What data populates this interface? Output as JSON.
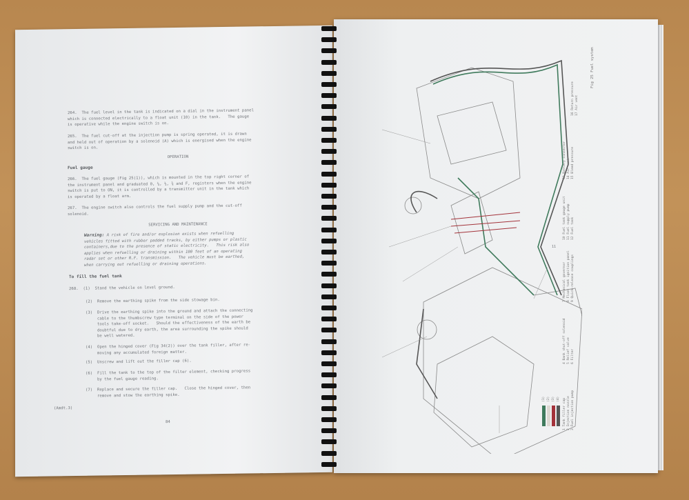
{
  "left_page": {
    "p264": "264.  The fuel level in the tank is indicated on a dial in the instrument panel\nwhich is connected electrically to a float unit (10) in the tank.   The gauge\nis operative while the engine switch is on.",
    "p265": "265.  The fuel cut-off at the injection pump is spring operated, it is drawn\nand held out of operation by a solenoid (A) which is energised when the engine\nswitch is on.",
    "heading_operation": "OPERATION",
    "subheading_fuel_gauge": "Fuel gauge",
    "p266": "266.  The fuel gauge (Fig 25(1)), which is mounted in the top right corner of\nthe instrument panel and graduated 0, ¼, ½, ¾ and F, registers when the engine\nswitch is put to ON, it is controlled by a transmitter unit in the tank which\nis operated by a float arm.",
    "p267": "267.  The engine switch also controls the fuel supply pump and the cut-off\nsolenoid.",
    "heading_servicing": "SERVICING AND MAINTENANCE",
    "warning_label": "Warning:",
    "warning_text": " A risk of fire and/or explosion exists when refuelling\nvehicles fitted with rubber padded tracks, by either pumps or plastic\ncontainers,due to the presence of static electricity.   This risk also\napplies when refuelling or draining within 100 feet of an operating\nradar set or other R.F. transmission.   The vehicle must be earthed,\nwhen carrying out refuelling or draining operations.",
    "subheading_fill": "To fill the fuel tank",
    "steps": [
      "268.  (1)  Stand the vehicle on level ground.",
      "       (2)  Remove the earthing spike from the side stowage bin.",
      "       (3)  Drive the earthing spike into the ground and attach the connecting\n            cable to the thumbscrew type terminal on the side of the power\n            tools take-off socket.   Should the effectiveness of the earth be\n            doubtful due to dry earth, the area surrounding the spike should\n            be well watered.",
      "       (4)  Open the hinged cover (Fig 34(2)) over the tank filler, after re-\n            moving any accumulated foreign matter.",
      "       (5)  Unscrew and lift out the filler cap (6).",
      "       (6)  Fill the tank to the top of the filter element, checking progress\n            by the fuel gauge reading.",
      "       (7)  Replace and secure the filler cap.   Close the hinged cover, then\n            remove and stow the earthing spike."
    ],
    "footer_amdt": "(Amdt.3)",
    "page_number": "84"
  },
  "right_page": {
    "figure_title": "Fig 25  Fuel system",
    "legend_col1": [
      "1  Tank filler cap",
      "2  Injection nozzle",
      "3  Fuel injection pump"
    ],
    "legend_col2": [
      "4  Bank shut-off solenoid",
      "5  Relief valve",
      "6  Filter"
    ],
    "legend_col3": [
      "7  Mechanical governor",
      "8  Float tank ignition panel",
      "9  Quick-release couplings"
    ],
    "legend_col4": [
      "10  Fuel tank gauge unit",
      "11  Fuel supply pump",
      "12  Fuel tank"
    ],
    "legend_col5": [
      "13  Battery connector",
      "14  Air vent",
      "15  Bleed pressure"
    ],
    "legend_col6": [
      "16  Return pressure",
      "17  Air vent"
    ],
    "line_key": [
      "(1)",
      "(2)",
      "(3)",
      "(4)"
    ],
    "line_colors": [
      "#3f7a5c",
      "#d9d6d0",
      "#a3323a",
      "#555555"
    ],
    "callout_number": "11"
  }
}
